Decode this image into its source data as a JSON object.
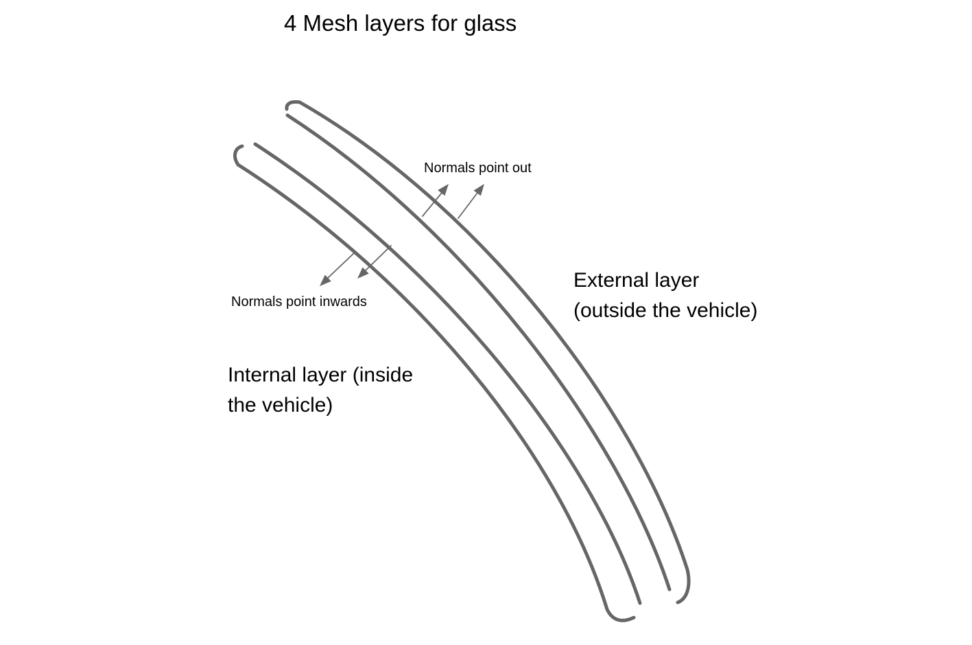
{
  "title": "4 Mesh layers for glass",
  "labels": {
    "normals_out": "Normals point out",
    "normals_in": "Normals point inwards",
    "external_layer": "External layer\n(outside the vehicle)",
    "internal_layer": "Internal layer (inside\nthe vehicle)"
  },
  "colors": {
    "stroke": "#666666",
    "text": "#000000",
    "background": "#ffffff"
  }
}
